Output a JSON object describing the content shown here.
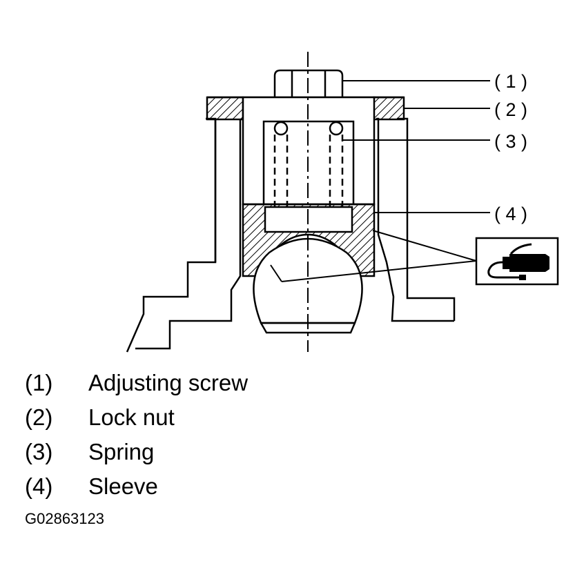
{
  "callouts": [
    {
      "id": "1",
      "label": "( 1 )"
    },
    {
      "id": "2",
      "label": "( 2 )"
    },
    {
      "id": "3",
      "label": "( 3 )"
    },
    {
      "id": "4",
      "label": "( 4 )"
    }
  ],
  "legend": [
    {
      "num": "(1)",
      "text": "Adjusting screw"
    },
    {
      "num": "(2)",
      "text": "Lock nut"
    },
    {
      "num": "(3)",
      "text": "Spring"
    },
    {
      "num": "(4)",
      "text": "Sleeve"
    }
  ],
  "figure_id": "G02863123",
  "icons": {
    "grease": "grease-tube-icon"
  }
}
